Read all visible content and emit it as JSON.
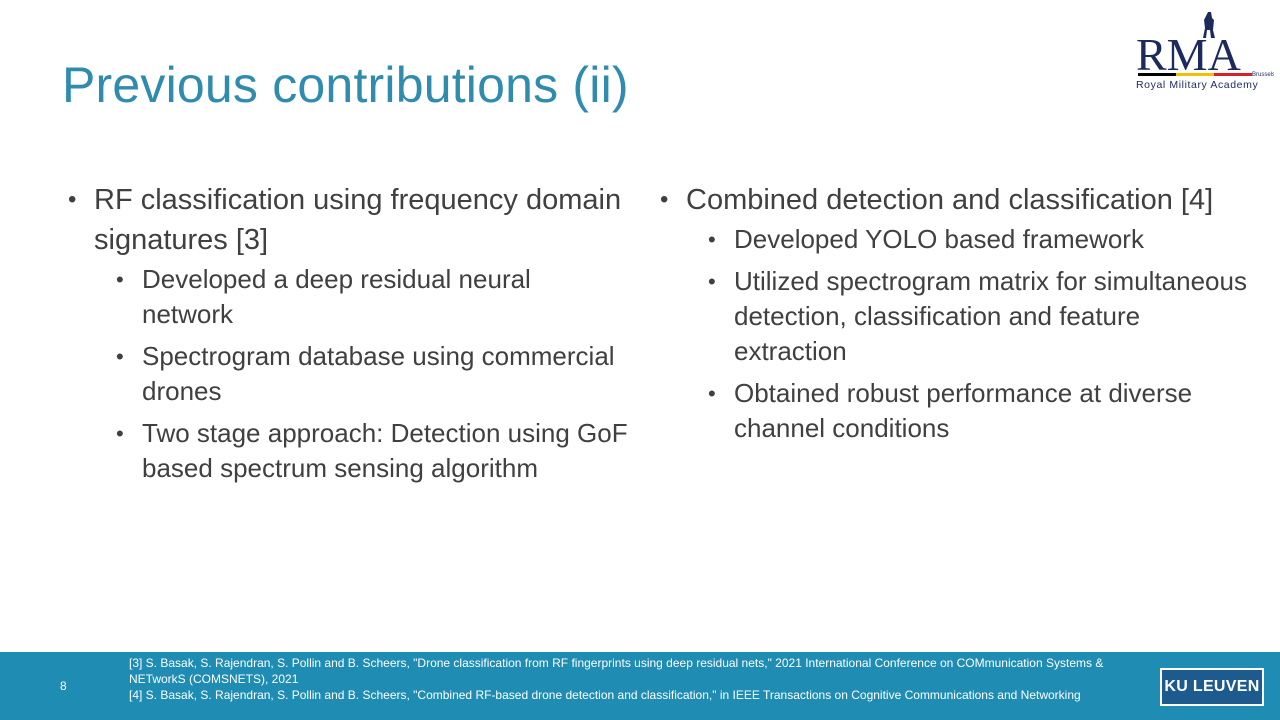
{
  "slide": {
    "title": "Previous contributions (ii)",
    "page_number": "8"
  },
  "logo": {
    "letters": "RMA",
    "tagline": "Royal Military Academy",
    "city": "Brussels",
    "colors": [
      "#1c2a5e",
      "#000000",
      "#f2c200",
      "#d6202a"
    ]
  },
  "left_column": {
    "heading": "RF classification using frequency domain signatures [3]",
    "items": [
      "Developed a deep residual neural network",
      "Spectrogram database using commercial drones",
      "Two stage approach: Detection using GoF based spectrum sensing algorithm"
    ]
  },
  "right_column": {
    "heading": "Combined detection and classification [4]",
    "items": [
      "Developed YOLO based framework",
      "Utilized spectrogram matrix for simultaneous detection, classification and feature extraction",
      "Obtained robust performance at diverse channel conditions"
    ]
  },
  "footer": {
    "ref3": "[3] S. Basak, S. Rajendran, S. Pollin and B. Scheers, \"Drone classification from RF fingerprints using deep residual nets,\" 2021 International Conference on COMmunication Systems & NETworkS (COMSNETS), 2021",
    "ref4": "[4] S. Basak, S. Rajendran, S. Pollin and B. Scheers, \"Combined RF-based drone detection and classification,\" in IEEE Transactions on Cognitive Communications and Networking",
    "ku_logo": "KU LEUVEN",
    "bar_color": "#1f8cb4"
  },
  "bullet_glyph": "•"
}
